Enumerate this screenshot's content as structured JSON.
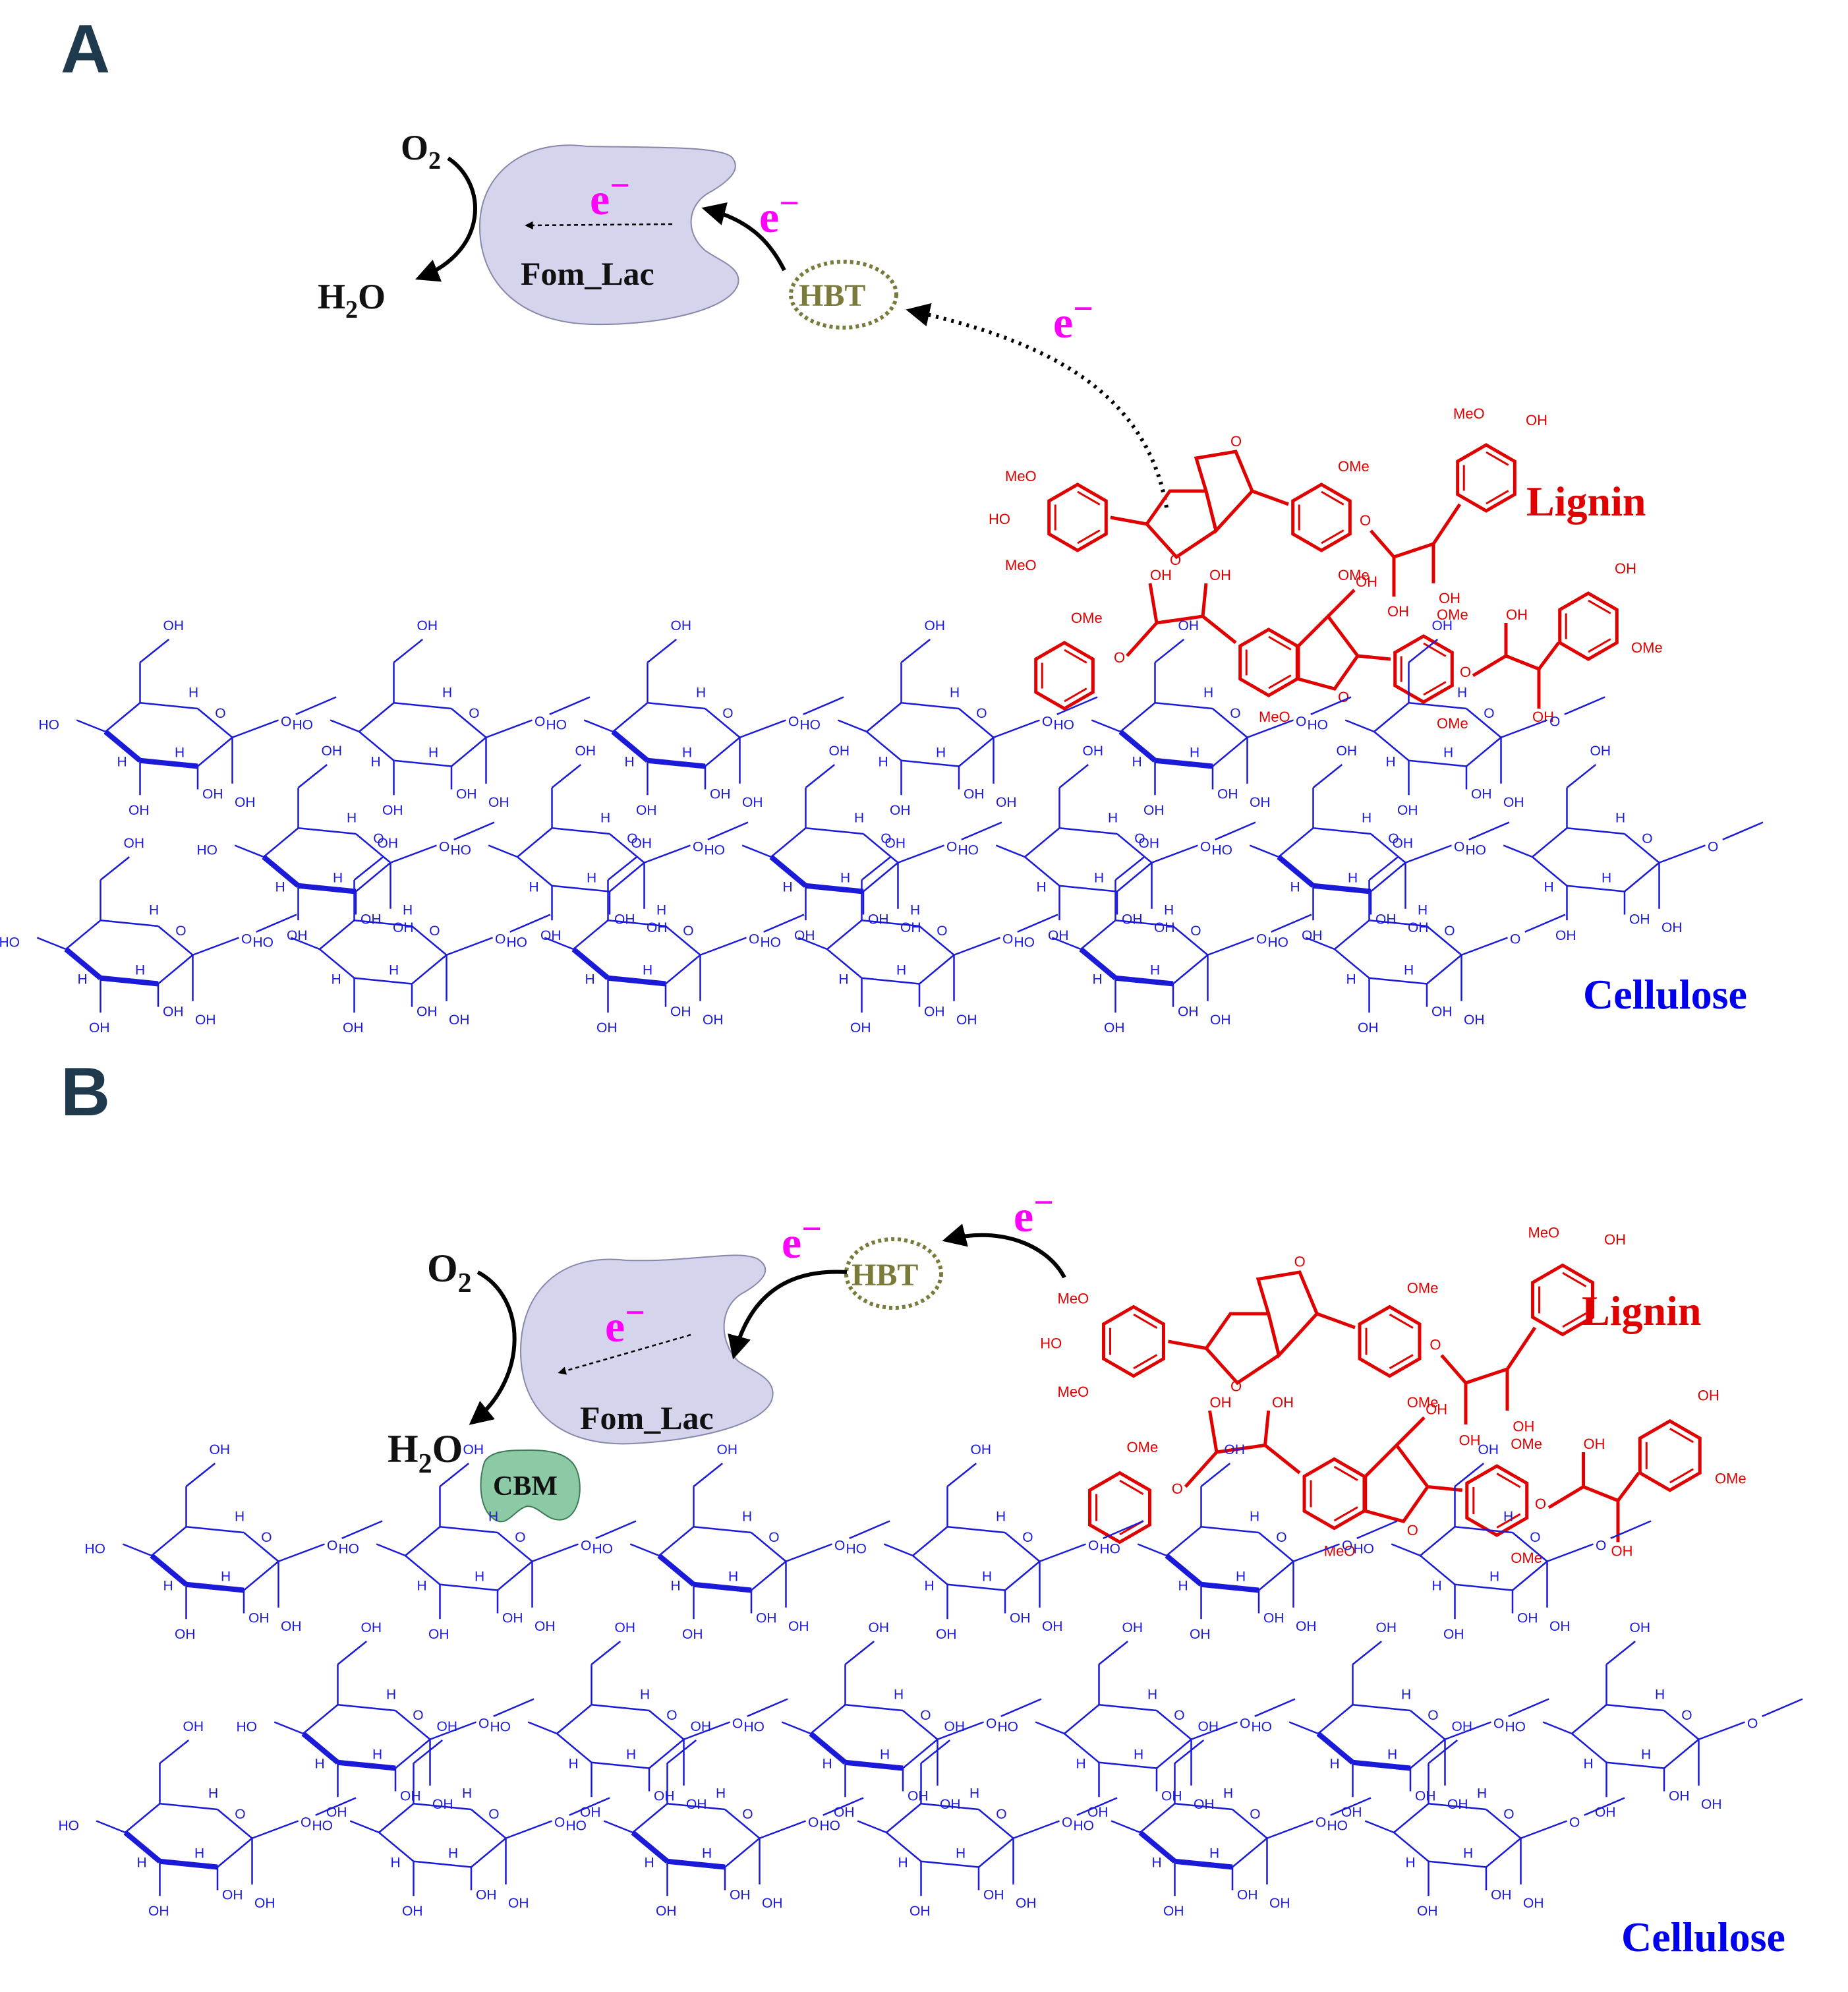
{
  "panels": [
    {
      "letter": "A",
      "enzyme": "Fom_Lac",
      "mediator": "HBT",
      "oxygen": "O",
      "oxygen_sub": "2",
      "water_h": "H",
      "water_sub": "2",
      "water_o": "O",
      "electron": "e",
      "electron_sign": "−",
      "lignin": "Lignin",
      "cellulose": "Cellulose"
    },
    {
      "letter": "B",
      "enzyme": "Fom_Lac",
      "mediator": "HBT",
      "module": "CBM",
      "oxygen": "O",
      "oxygen_sub": "2",
      "water_h": "H",
      "water_sub": "2",
      "water_o": "O",
      "electron": "e",
      "electron_sign": "−",
      "lignin": "Lignin",
      "cellulose": "Cellulose"
    }
  ],
  "atom_labels": {
    "meo": "MeO",
    "ome": "OMe",
    "ho": "HO",
    "oh": "OH",
    "o": "O",
    "h": "H"
  },
  "colors": {
    "lignin": "#e00000",
    "cellulose": "#1a1ad8",
    "enzyme_fill": "#d4d4ec",
    "cbm_fill": "#8ccaa6",
    "electron": "#ff00ff",
    "mediator": "#7a7a3a",
    "panel_letter": "#1f3a4d"
  }
}
